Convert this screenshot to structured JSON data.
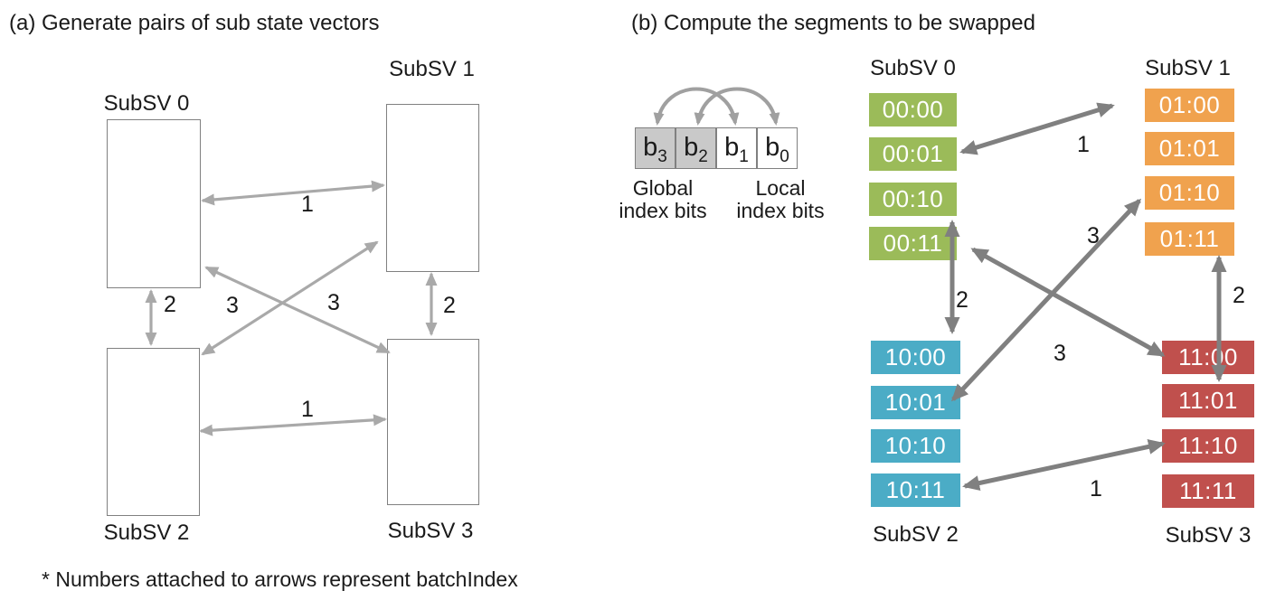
{
  "titles": {
    "panel_a": "(a) Generate pairs of sub state vectors",
    "panel_b": "(b) Compute the segments to be swapped"
  },
  "caption": "* Numbers attached to arrows represent batchIndex",
  "colors": {
    "green": "#9BBB59",
    "orange": "#F0A24E",
    "teal": "#4BACC6",
    "red": "#C0504D",
    "arrow_light": "#A9A9A9",
    "arrow_dark": "#808080",
    "bit_shaded": "#C9C9C9"
  },
  "panel_a": {
    "nodes": [
      {
        "label": "SubSV 0"
      },
      {
        "label": "SubSV 1"
      },
      {
        "label": "SubSV 2"
      },
      {
        "label": "SubSV 3"
      }
    ],
    "arrow_labels": [
      {
        "text": "1"
      },
      {
        "text": "2"
      },
      {
        "text": "2"
      },
      {
        "text": "3"
      },
      {
        "text": "3"
      },
      {
        "text": "1"
      }
    ]
  },
  "panel_b": {
    "bit_diagram": {
      "cells": [
        {
          "base": "b",
          "sub": "3",
          "shaded": true
        },
        {
          "base": "b",
          "sub": "2",
          "shaded": true
        },
        {
          "base": "b",
          "sub": "1",
          "shaded": false
        },
        {
          "base": "b",
          "sub": "0",
          "shaded": false
        }
      ],
      "global_label": {
        "line1": "Global",
        "line2": "index bits"
      },
      "local_label": {
        "line1": "Local",
        "line2": "index bits"
      }
    },
    "columns": [
      {
        "name": "SubSV 0",
        "color": "#9BBB59",
        "cells": [
          "00:00",
          "00:01",
          "00:10",
          "00:11"
        ]
      },
      {
        "name": "SubSV 1",
        "color": "#F0A24E",
        "cells": [
          "01:00",
          "01:01",
          "01:10",
          "01:11"
        ]
      },
      {
        "name": "SubSV 2",
        "color": "#4BACC6",
        "cells": [
          "10:00",
          "10:01",
          "10:10",
          "10:11"
        ]
      },
      {
        "name": "SubSV 3",
        "color": "#C0504D",
        "cells": [
          "11:00",
          "11:01",
          "11:10",
          "11:11"
        ]
      }
    ],
    "arrow_labels": [
      {
        "text": "1"
      },
      {
        "text": "2"
      },
      {
        "text": "2"
      },
      {
        "text": "3"
      },
      {
        "text": "3"
      },
      {
        "text": "1"
      }
    ]
  }
}
